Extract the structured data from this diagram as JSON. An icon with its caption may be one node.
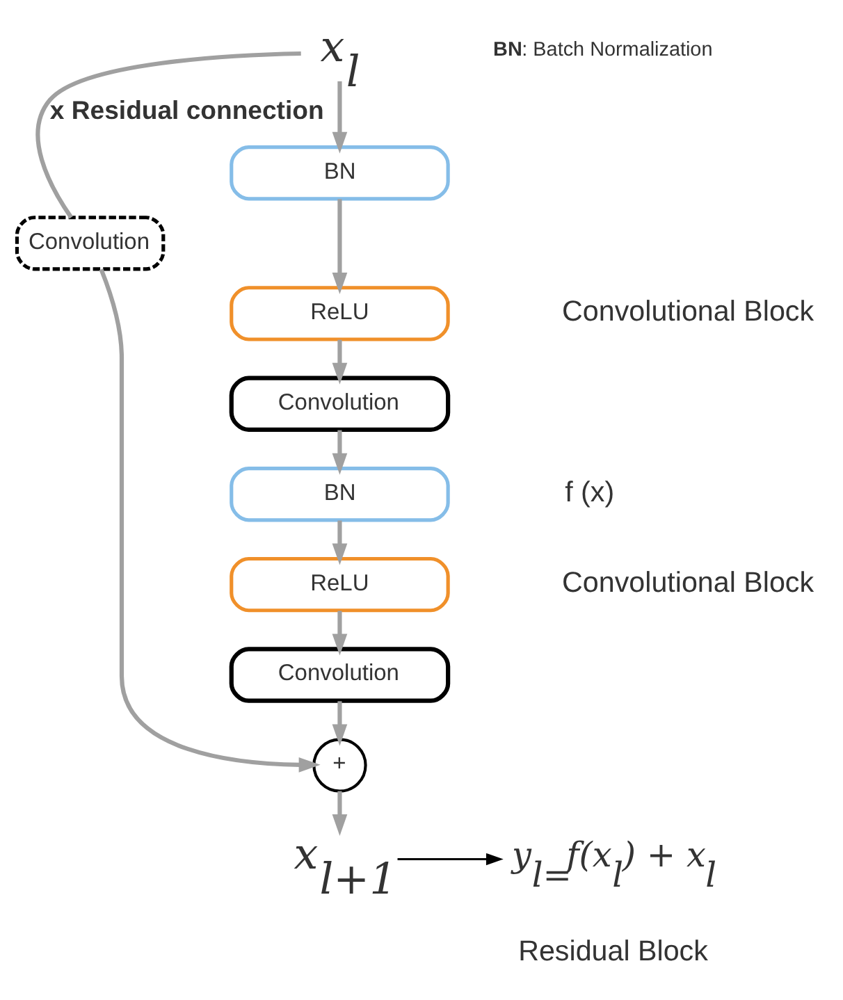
{
  "diagram": {
    "nodes": [
      {
        "text": [
          "x$_{l}$"
        ]
      },
      {
        "text": [
          "BN"
        ]
      },
      {
        "text": [
          "ReLU"
        ]
      },
      {
        "text": [
          "Convolution"
        ]
      },
      {
        "text": [
          "BN"
        ]
      },
      {
        "text": [
          "ReLU"
        ]
      },
      {
        "text": [
          "Convolution"
        ]
      },
      {
        "text": [
          "+"
        ]
      },
      {
        "text": [
          "x$_{l+1}$"
        ]
      },
      {
        "text": [
          "y$_{l=}$f(x$_{l}$) + x$_{l}$"
        ]
      },
      {
        "text": [
          "Convolution"
        ]
      }
    ],
    "edges": [
      {
        "from": 0,
        "to": 1,
        "arrow": "to"
      },
      {
        "from": 1,
        "to": 2,
        "arrow": "to"
      },
      {
        "from": 2,
        "to": 3,
        "arrow": "to"
      },
      {
        "from": 3,
        "to": 4,
        "arrow": "to"
      },
      {
        "from": 4,
        "to": 5,
        "arrow": "to"
      },
      {
        "from": 5,
        "to": 6,
        "arrow": "to"
      },
      {
        "from": 6,
        "to": 7,
        "arrow": "to"
      },
      {
        "from": 7,
        "to": 8,
        "arrow": "to"
      },
      {
        "from": 8,
        "to": 9,
        "arrow": "to",
        "color": "#000000"
      },
      {
        "from": 0,
        "to": 10,
        "arrow": "none",
        "label": "x Residual connection"
      },
      {
        "from": 10,
        "to": 7,
        "arrow": "to"
      }
    ],
    "labels": [
      "**BN**: Batch Normalization",
      "Convolutional Block",
      "Convolutional Block",
      "f (x)",
      "Residual Block"
    ]
  }
}
